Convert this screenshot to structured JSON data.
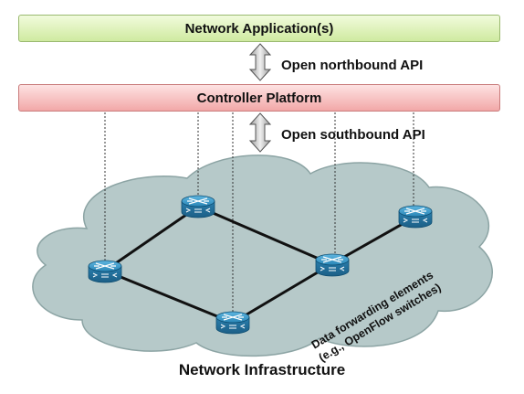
{
  "layers": {
    "application": "Network Application(s)",
    "controller": "Controller Platform",
    "infrastructure": "Network Infrastructure"
  },
  "apis": {
    "northbound": "Open northbound API",
    "southbound": "Open southbound API"
  },
  "forwarding_elements": {
    "line1": "Data forwarding elements",
    "line2": "(e.g., OpenFlow switches)"
  },
  "colors": {
    "application_fill": "#dff3bd",
    "controller_fill": "#f7c6c6",
    "cloud_fill": "#b6c9c9",
    "switch_fill": "#2f8fbe",
    "link": "#111111"
  },
  "switches": [
    "switch-top",
    "switch-left",
    "switch-bottom",
    "switch-center-right",
    "switch-right"
  ]
}
